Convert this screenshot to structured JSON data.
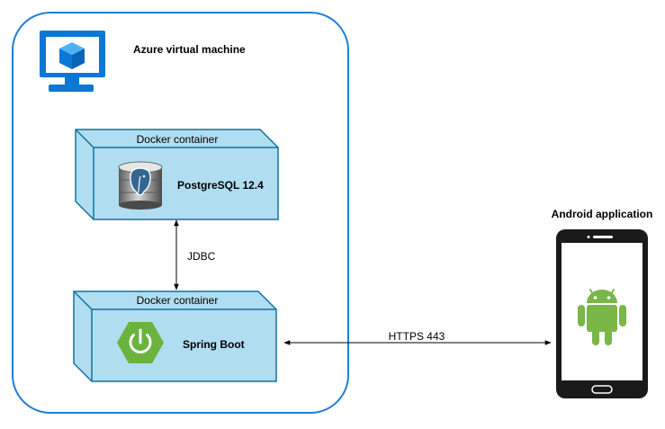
{
  "vm": {
    "label": "Azure virtual machine",
    "border_color": "#1e7fd6",
    "icon": "monitor-cube-icon",
    "icon_color": "#0a78d4"
  },
  "db_container": {
    "header": "Docker container",
    "label": "PostgreSQL 12.4",
    "icon": "postgresql-elephant-icon"
  },
  "app_container": {
    "header": "Docker container",
    "label": "Spring Boot",
    "icon": "spring-power-icon",
    "icon_color": "#6ab33e"
  },
  "connections": {
    "jdbc": "JDBC",
    "https": "HTTPS 443"
  },
  "android": {
    "label": "Android application",
    "icon": "android-robot-icon",
    "robot_color": "#7ab648",
    "phone_color": "#1a1a1a"
  },
  "colors": {
    "container_fill": "#b1ddf0",
    "container_stroke": "#10739e"
  }
}
